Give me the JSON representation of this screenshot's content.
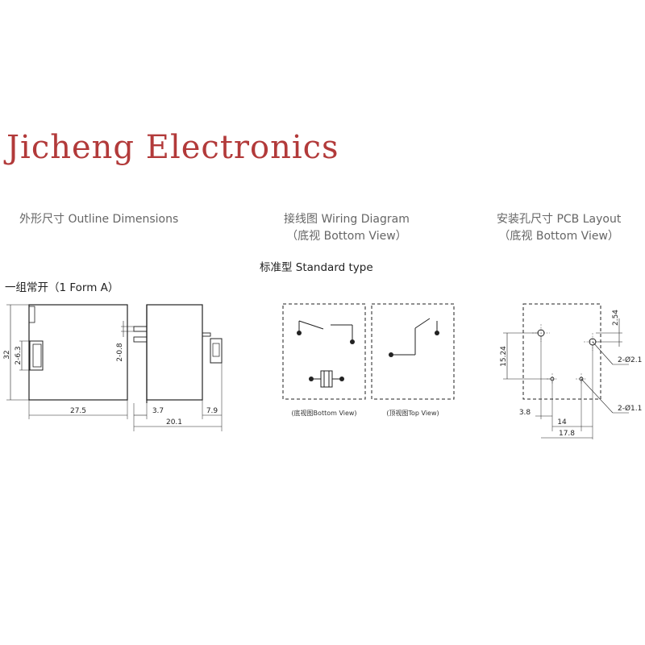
{
  "brand": "Jicheng Electronics",
  "sections": {
    "outline": {
      "cn": "外形尺寸",
      "en": "Outline Dimensions"
    },
    "wiring": {
      "cn": "接线图",
      "en": "Wiring Diagram",
      "view": "（底视 Bottom View）"
    },
    "pcb": {
      "cn": "安装孔尺寸",
      "en": "PCB Layout",
      "view": "（底视 Bottom View）"
    }
  },
  "standard_type": "标准型 Standard type",
  "form_label": "一组常开（1 Form A）",
  "wiring_captions": {
    "bottom": "(底视图Bottom View)",
    "top": "(顶视图Top View)"
  },
  "dimensions": {
    "height": "32",
    "pin_pair_front": "2-6.3",
    "width": "27.5",
    "pin_pair_side": "2-0.8",
    "pin_offset": "3.7",
    "depth": "20.1",
    "terminal": "7.9",
    "pcb_vertical_pitch": "2.54",
    "pcb_row_spacing": "15.24",
    "pcb_large_hole": "2-Ø2.1",
    "pcb_small_hole": "2-Ø1.1",
    "pcb_offset": "3.8",
    "pcb_span": "14",
    "pcb_total": "17.8"
  }
}
